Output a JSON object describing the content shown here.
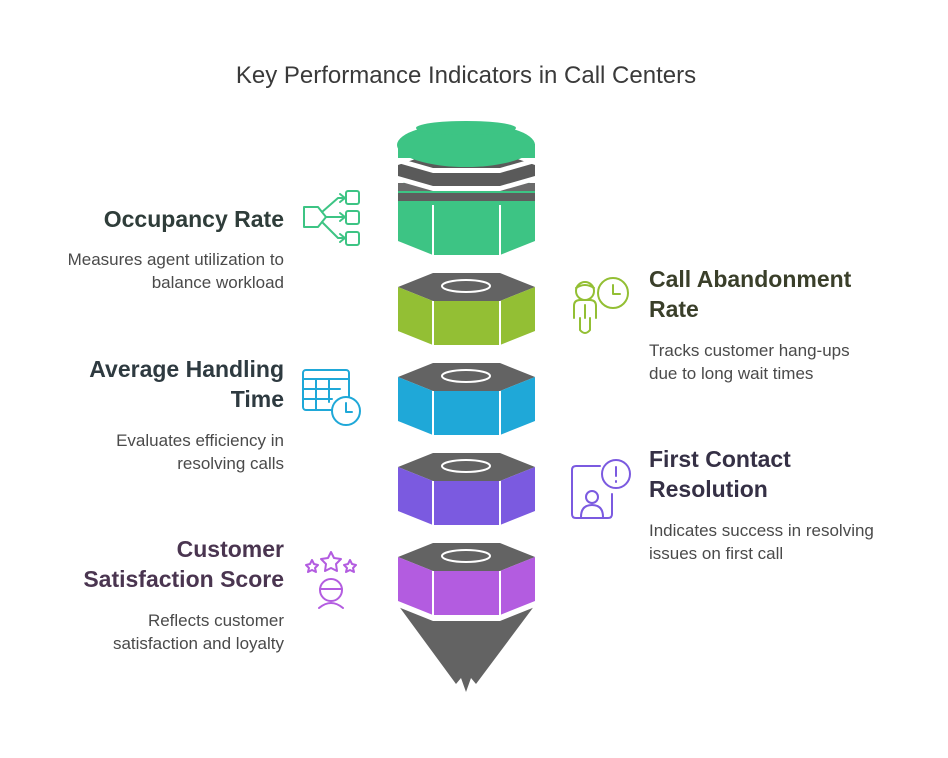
{
  "title": "Key Performance Indicators in Call Centers",
  "items": [
    {
      "heading": "Occupancy Rate",
      "description_lines": [
        "Measures agent utilization to",
        "balance workload"
      ],
      "color": "#3dc484",
      "icon": "flowchart-icon",
      "side": "left"
    },
    {
      "heading_lines": [
        "Call Abandonment",
        "Rate"
      ],
      "description_lines": [
        "Tracks customer hang-ups",
        "due to long wait times"
      ],
      "color": "#93bf34",
      "icon": "person-clock-icon",
      "side": "right"
    },
    {
      "heading_lines": [
        "Average Handling",
        "Time"
      ],
      "description_lines": [
        "Evaluates efficiency in",
        "resolving calls"
      ],
      "color": "#1fa8d8",
      "icon": "table-clock-icon",
      "side": "left"
    },
    {
      "heading_lines": [
        "First Contact",
        "Resolution"
      ],
      "description_lines": [
        "Indicates success in resolving",
        "issues on first call"
      ],
      "color": "#7b5ae0",
      "icon": "phone-alert-icon",
      "side": "right"
    },
    {
      "heading_lines": [
        "Customer",
        "Satisfaction Score"
      ],
      "description_lines": [
        "Reflects customer",
        "satisfaction and loyalty"
      ],
      "color": "#b35ce0",
      "icon": "stars-person-icon",
      "side": "left"
    }
  ],
  "colors": {
    "heading_occupancy": "#2f3d3a",
    "heading_abandon": "#3a3f2a",
    "heading_aht": "#2e3a40",
    "heading_fcr": "#353045",
    "heading_csat": "#4a3550",
    "cap_gray": "#6b6b6b",
    "dark_gray": "#5a5a5a"
  }
}
